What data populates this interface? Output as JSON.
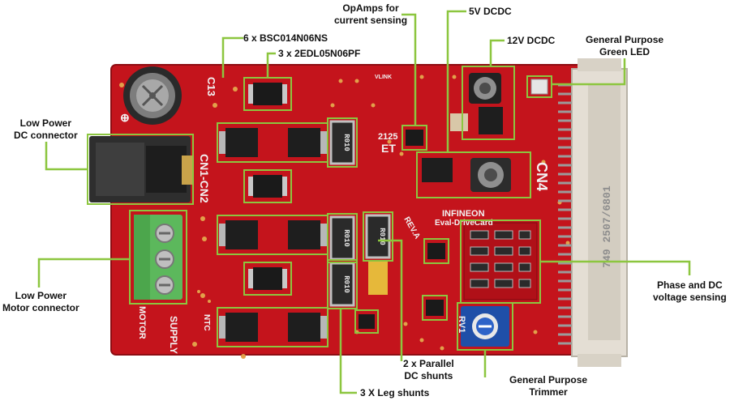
{
  "annotations": {
    "mosfets": "6 x BSC014N06NS",
    "drivers": "3 x 2EDL05N06PF",
    "opamps": [
      "OpAmps for",
      "current sensing"
    ],
    "dcdc5": "5V DCDC",
    "dcdc12": "12V DCDC",
    "led": [
      "General Purpose",
      "Green LED"
    ],
    "dc_connector": [
      "Low Power",
      "DC connector"
    ],
    "motor_connector": [
      "Low Power",
      "Motor connector"
    ],
    "voltage_sensing": [
      "Phase and DC",
      "voltage sensing"
    ],
    "trimmer": [
      "General Purpose",
      "Trimmer"
    ],
    "dc_shunts": [
      "2 x Parallel",
      "DC shunts"
    ],
    "leg_shunts": "3 X Leg shunts"
  },
  "silkscreen": {
    "c13": "C13",
    "cn1_cn2": "CN1-CN2",
    "cn4": "CN4",
    "brand": "INFINEON",
    "board_name": "Eval-DriveCard",
    "supply": "SUPPLY",
    "motor": "MOTOR",
    "ntc": "NTC",
    "rev": "REV.A",
    "date_code": "2125",
    "et": "ET",
    "rv1": "RV1",
    "shunt_marking": "R010",
    "connector_marking": "749 2507/6801",
    "vlink": "VLINK"
  },
  "colors": {
    "pcb": "#c4141c",
    "callout_line": "#8cc63f",
    "connector": "#e4ded4",
    "terminal_block": "#5cb85c",
    "trimmer": "#1f4fa8"
  }
}
